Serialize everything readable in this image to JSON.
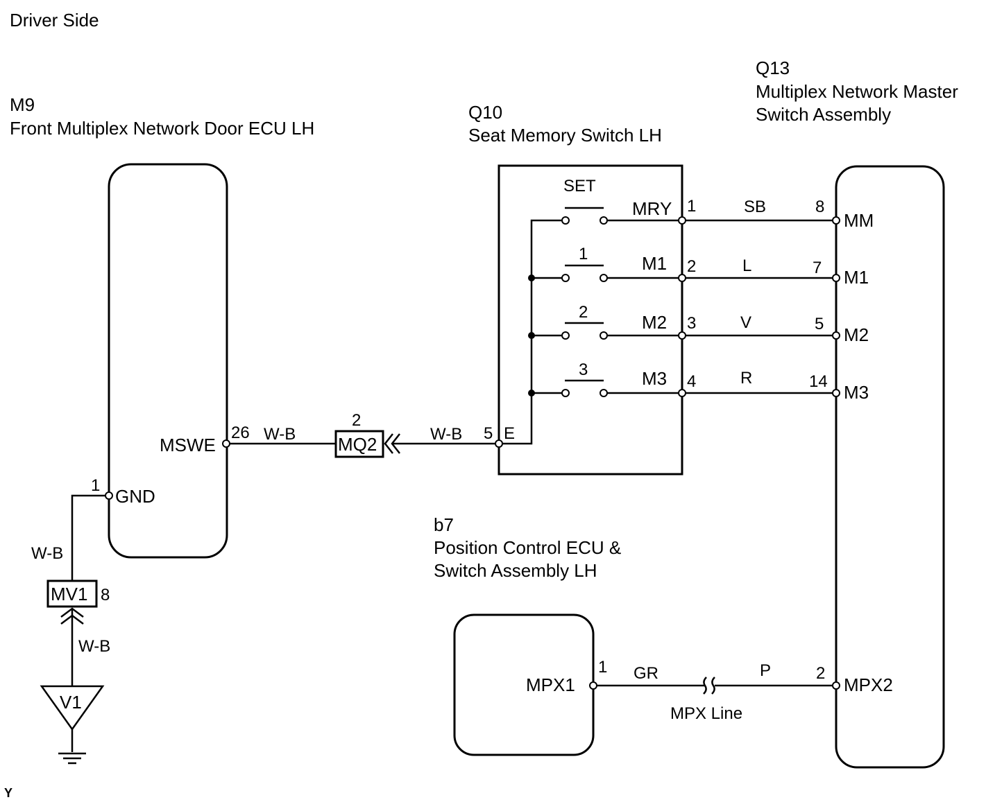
{
  "header": {
    "title": "Driver Side"
  },
  "footer": {
    "code": "Y"
  },
  "components": {
    "m9": {
      "id": "M9",
      "name": "Front Multiplex Network Door ECU LH",
      "pin_mswe": "MSWE",
      "pin_mswe_no": "26",
      "pin_gnd": "GND",
      "pin_gnd_no": "1"
    },
    "q10": {
      "id": "Q10",
      "name": "Seat Memory Switch LH",
      "pin_e": "E",
      "pin_e_no": "5",
      "switches": [
        "SET",
        "1",
        "2",
        "3"
      ],
      "pins": [
        {
          "name": "MRY",
          "no": "1"
        },
        {
          "name": "M1",
          "no": "2"
        },
        {
          "name": "M2",
          "no": "3"
        },
        {
          "name": "M3",
          "no": "4"
        }
      ]
    },
    "q13": {
      "id": "Q13",
      "name_line1": "Multiplex Network Master",
      "name_line2": "Switch Assembly",
      "pins": [
        {
          "name": "MM",
          "no": "8"
        },
        {
          "name": "M1",
          "no": "7"
        },
        {
          "name": "M2",
          "no": "5"
        },
        {
          "name": "M3",
          "no": "14"
        },
        {
          "name": "MPX2",
          "no": "2"
        }
      ]
    },
    "b7": {
      "id": "b7",
      "name_line1": "Position Control ECU &",
      "name_line2": "Switch Assembly LH",
      "pin_mpx1": "MPX1",
      "pin_mpx1_no": "1"
    }
  },
  "wires": {
    "mswe_left": "W-B",
    "mswe_right": "W-B",
    "gnd_upper": "W-B",
    "gnd_lower": "W-B",
    "switch_colors": [
      "SB",
      "L",
      "V",
      "R"
    ],
    "mpx_left": "GR",
    "mpx_right": "P",
    "mpx_line": "MPX Line"
  },
  "connectors": {
    "mq2": {
      "id": "MQ2",
      "pin": "2"
    },
    "mv1": {
      "id": "MV1",
      "pin": "8"
    }
  },
  "ground": {
    "id": "V1"
  }
}
